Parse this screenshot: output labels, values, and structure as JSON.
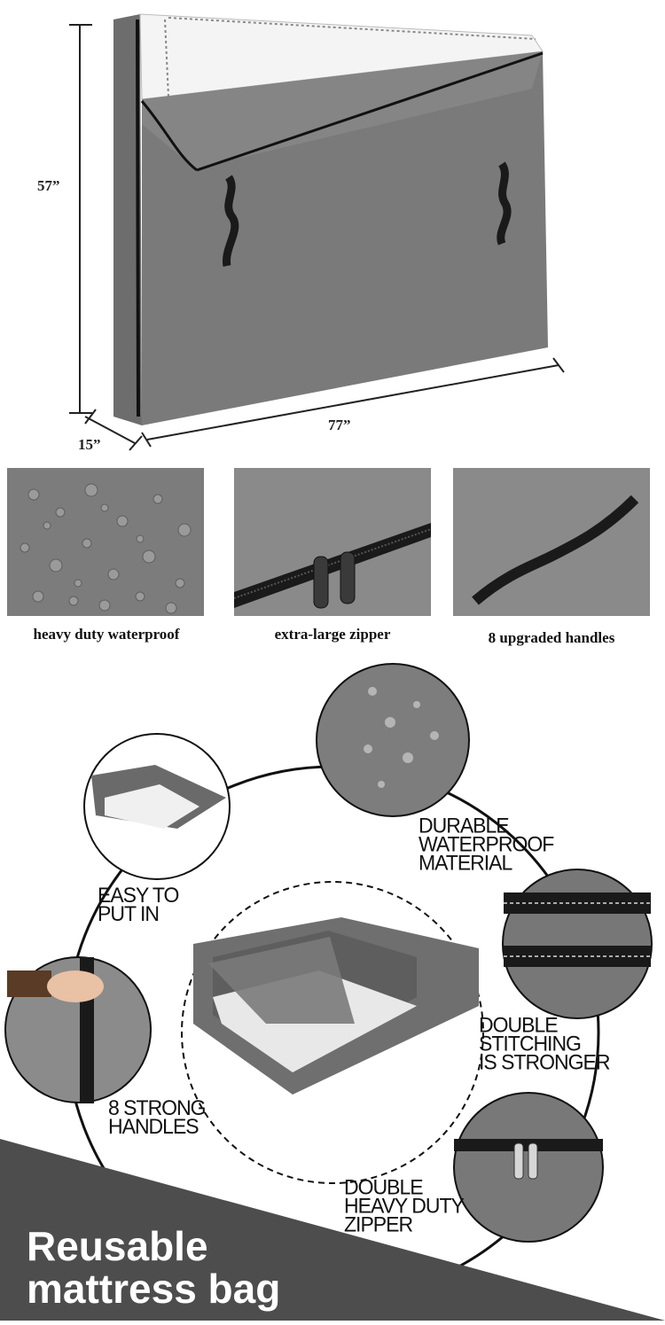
{
  "dimensions": {
    "height": "57”",
    "length": "77”",
    "depth": "15”"
  },
  "features_row": [
    {
      "id": "waterproof",
      "caption": "heavy duty waterproof"
    },
    {
      "id": "zipper",
      "caption": "extra-large zipper"
    },
    {
      "id": "handles",
      "caption": "8 upgraded handles"
    }
  ],
  "diagram": {
    "labels": {
      "easy_in": [
        "EASY TO",
        "PUT IN"
      ],
      "durable": [
        "DURABLE",
        "WATERPROOF",
        "MATERIAL"
      ],
      "stitching": [
        "DOUBLE",
        "STITCHING",
        "IS STRONGER"
      ],
      "handles": [
        "8 STRONG",
        "HANDLES"
      ],
      "zipper": [
        "DOUBLE",
        "HEAVY DUTY",
        "ZIPPER"
      ]
    }
  },
  "banner": {
    "line1": "Reusable",
    "line2": "mattress bag"
  },
  "colors": {
    "bag_gray": "#7a7a7a",
    "dark_gray": "#555555",
    "banner_bg": "#4d4d4d",
    "handle_black": "#1a1a1a"
  }
}
